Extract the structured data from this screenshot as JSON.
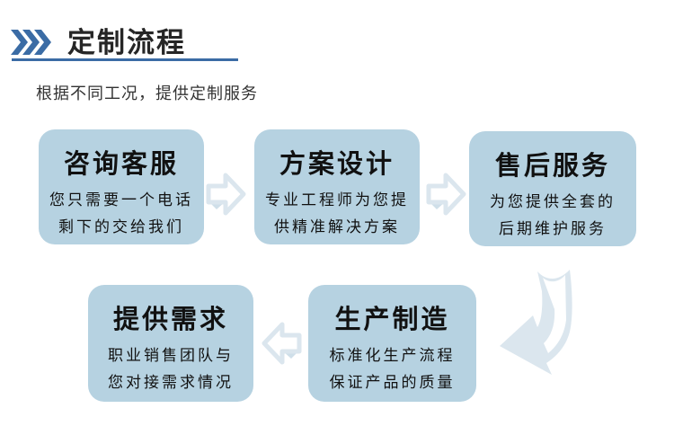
{
  "theme": {
    "accent_blue": "#3b6ca5",
    "card_fill": "#b6d2e1",
    "arrow_light": "#dbe6ee",
    "arrow_fill": "#ffffff",
    "text_dark": "#111111"
  },
  "header": {
    "title": "定制流程"
  },
  "subtitle": "根据不同工况，提供定制服务",
  "flow": {
    "steps": [
      {
        "title": "咨询客服",
        "line1": "您只需要一个电话",
        "line2": "剩下的交给我们"
      },
      {
        "title": "方案设计",
        "line1": "专业工程师为您提",
        "line2": "供精准解决方案"
      },
      {
        "title": "售后服务",
        "line1": "为您提供全套的",
        "line2": "后期维护服务"
      },
      {
        "title": "提供需求",
        "line1": "职业销售团队与",
        "line2": "您对接需求情况"
      },
      {
        "title": "生产制造",
        "line1": "标准化生产流程",
        "line2": "保证产品的质量"
      }
    ]
  }
}
